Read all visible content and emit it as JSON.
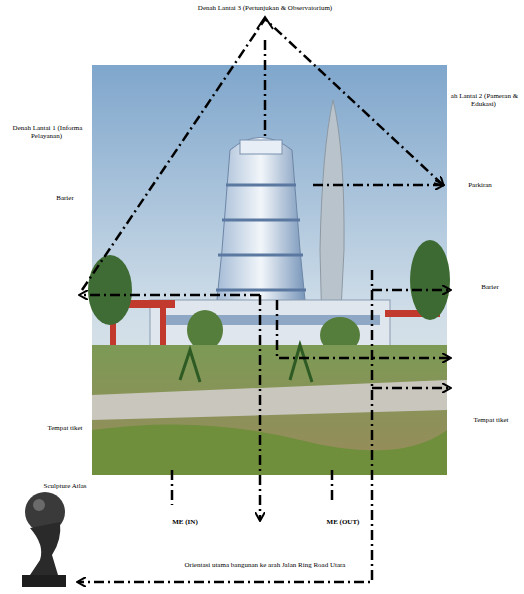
{
  "diagram": {
    "labels": [
      "Denah Lantai 3 (Pertunjukan & Observatorium)",
      "Denah Lantai 1 (Informa Pelayanan)",
      "ah Lantai 2 (Pameran & Edukasi)",
      "Barier",
      "Parkiran",
      "Barier",
      "Tempat tiket",
      "Tempat tiket",
      "Sculpture Atlas",
      "ME (IN)",
      "ME (OUT)",
      "Orientasi utama bangunan ke arah Jalan Ring Road Utara"
    ]
  }
}
